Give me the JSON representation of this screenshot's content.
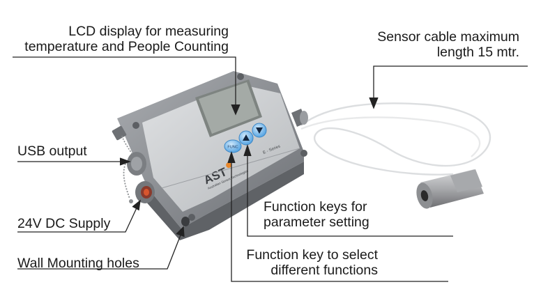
{
  "labels": {
    "lcd_line1": "LCD display for measuring",
    "lcd_line2": "temperature and People Counting",
    "cable_line1": "Sensor cable maximum",
    "cable_line2": "length 15 mtr.",
    "usb": "USB output",
    "dc_supply": "24V DC Supply",
    "wall_mount": "Wall Mounting holes",
    "fkeys_line1": "Function keys for",
    "fkeys_line2": "parameter setting",
    "fsel_line1": "Function key to select",
    "fsel_line2": "different functions"
  },
  "device": {
    "func_key": "FUNC",
    "brand": "AST",
    "brand_sub": "Australian Sensor Technologies",
    "model": "E - Series"
  },
  "colors": {
    "housing": "#8e9196",
    "front_panel": "#c8cacd",
    "lcd": "#9da3a0",
    "key_blue": "#5aa8e6",
    "leader_line": "#222222"
  }
}
